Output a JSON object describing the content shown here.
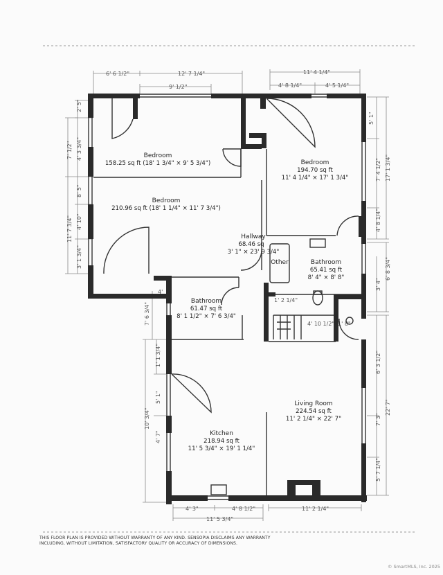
{
  "rooms": {
    "bedroom1": {
      "name": "Bedroom",
      "area": "158.25 sq ft (18' 1 3/4\" × 9' 5 3/4\")"
    },
    "bedroom2": {
      "name": "Bedroom",
      "area": "194.70 sq ft",
      "dims": "11' 4 1/4\" × 17' 1 3/4\""
    },
    "bedroom3": {
      "name": "Bedroom",
      "area": "210.96 sq ft (18' 1 1/4\" × 11' 7 3/4\")"
    },
    "hallway": {
      "name": "Hallway",
      "area": "68.46 sq",
      "dims": "3' 1\" × 23' 9 3/4\""
    },
    "other": {
      "name": "Other"
    },
    "bathroom1": {
      "name": "Bathroom",
      "area": "65.41 sq ft",
      "dims": "8' 4\" × 8' 8\""
    },
    "bathroom2": {
      "name": "Bathroom",
      "area": "61.47 sq ft",
      "dims": "8' 1 1/2\" × 7' 6 3/4\""
    },
    "living": {
      "name": "Living Room",
      "area": "224.54 sq ft",
      "dims": "11' 2 1/4\" × 22' 7\""
    },
    "kitchen": {
      "name": "Kitchen",
      "area": "218.94 sq ft",
      "dims": "11' 5 3/4\" × 19' 1 1/4\""
    }
  },
  "dimensions": {
    "top": [
      "6' 6 1/2\"",
      "12' 7 1/4\"",
      "9' 1/2\"",
      "11' 4 1/4\"",
      "4' 8 1/4\"",
      "4' 5 1/4\""
    ],
    "left": [
      "2' 5\"",
      "7' 1/2\"",
      "4' 3 3/4\"",
      "11' 7 3/4\"",
      "8' 5\"",
      "4' 10\"",
      "3' 1 3/4\"",
      "7' 6 3/4\"",
      "1' 1 3/4\"",
      "10' 3/4\"",
      "5' 1\"",
      "4' 7\""
    ],
    "right": [
      "5' 1\"",
      "17' 1 3/4\"",
      "7' 4 1/2\"",
      "4' 8 1/4\"",
      "6' 8 3/4\"",
      "3' 4\"",
      "6' 3 1/2\"",
      "22' 7\"",
      "7' 3\"",
      "5' 7 1/4\""
    ],
    "bottom": [
      "4' 3\"",
      "4' 8 1/2\"",
      "11' 5 3/4\"",
      "11' 2 1/4\""
    ],
    "interior": [
      "1' 2 1/4\"",
      "4' 10 1/2\"",
      "1' 8\"",
      "4'"
    ]
  },
  "footer": {
    "disclaimer_line1": "THIS FLOOR PLAN IS PROVIDED WITHOUT WARRANTY OF ANY KIND. SENSOPIA DISCLAIMS ANY WARRANTY",
    "disclaimer_line2": "INCLUDING, WITHOUT LIMITATION, SATISFACTORY QUALITY OR ACCURACY OF DIMENSIONS."
  },
  "credit": "© SmartMLS, Inc. 2025",
  "colors": {
    "wall": "#2a2a2a",
    "line": "#333333",
    "dimension": "#888888",
    "background": "#fbfbfb"
  }
}
